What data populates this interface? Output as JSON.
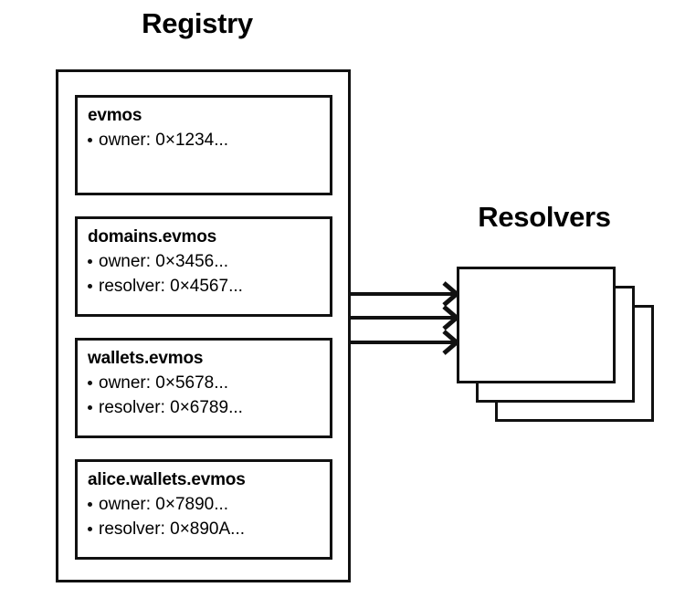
{
  "registry": {
    "title": "Registry",
    "records": [
      {
        "name": "evmos",
        "fields": [
          {
            "label": "owner",
            "value": "0×1234...",
            "text": "owner: 0×1234..."
          }
        ]
      },
      {
        "name": "domains.evmos",
        "fields": [
          {
            "label": "owner",
            "value": "0×3456...",
            "text": "owner: 0×3456..."
          },
          {
            "label": "resolver",
            "value": "0×4567...",
            "text": "resolver: 0×4567..."
          }
        ]
      },
      {
        "name": "wallets.evmos",
        "fields": [
          {
            "label": "owner",
            "value": "0×5678...",
            "text": "owner: 0×5678..."
          },
          {
            "label": "resolver",
            "value": "0×6789...",
            "text": "resolver: 0×6789..."
          }
        ]
      },
      {
        "name": "alice.wallets.evmos",
        "fields": [
          {
            "label": "owner",
            "value": "0×7890...",
            "text": "owner: 0×7890..."
          },
          {
            "label": "resolver",
            "value": "0×890A...",
            "text": "resolver: 0×890A..."
          }
        ]
      }
    ]
  },
  "resolvers": {
    "title": "Resolvers",
    "stack_count": 3,
    "boxes": [
      {
        "label": ""
      },
      {
        "label": ""
      },
      {
        "label": ""
      }
    ]
  },
  "connections": {
    "count": 3,
    "arrow_icon": "arrow-right-icon"
  },
  "colors": {
    "stroke": "#111111",
    "background": "#ffffff",
    "text": "#000000"
  }
}
